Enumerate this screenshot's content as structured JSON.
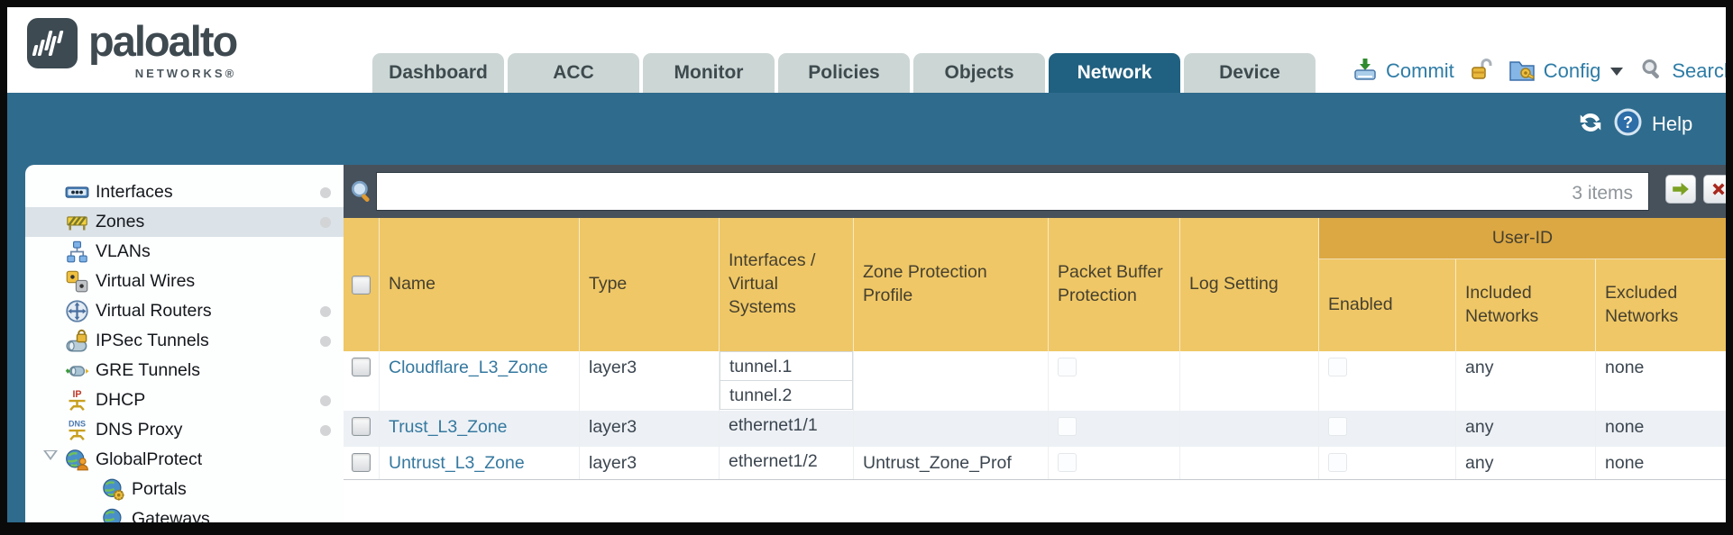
{
  "colors": {
    "teal_band": "#2f6b8c",
    "active_tab": "#206080",
    "inactive_tab": "#ccd6d5",
    "toolbar_slate": "#47515b",
    "header_orange": "#efc766",
    "user_id_orange": "#dca843",
    "link_blue": "#35789f",
    "utility_blue": "#2e7ca6",
    "alt_row": "#edf1f5"
  },
  "header": {
    "logo": {
      "brand": "paloalto",
      "sub": "NETWORKS®",
      "mark_icon": "paloalto-logo-icon"
    },
    "tabs": [
      {
        "label": "Dashboard",
        "active": false
      },
      {
        "label": "ACC",
        "active": false
      },
      {
        "label": "Monitor",
        "active": false
      },
      {
        "label": "Policies",
        "active": false
      },
      {
        "label": "Objects",
        "active": false
      },
      {
        "label": "Network",
        "active": true
      },
      {
        "label": "Device",
        "active": false
      }
    ],
    "utilities": {
      "commit_label": "Commit",
      "config_label": "Config",
      "search_label": "Search",
      "icons": [
        "commit-icon",
        "lock-icon",
        "config-icon",
        "search-icon"
      ]
    }
  },
  "subheader": {
    "help_label": "Help",
    "icons": [
      "refresh-icon",
      "help-icon"
    ]
  },
  "sidebar": {
    "items": [
      {
        "label": "Interfaces",
        "icon": "interfaces-icon",
        "dot": true,
        "selected": false,
        "indent": 0,
        "expandable": false
      },
      {
        "label": "Zones",
        "icon": "zones-icon",
        "dot": true,
        "selected": true,
        "indent": 0,
        "expandable": false
      },
      {
        "label": "VLANs",
        "icon": "vlans-icon",
        "dot": false,
        "selected": false,
        "indent": 0,
        "expandable": false
      },
      {
        "label": "Virtual Wires",
        "icon": "virtual-wires-icon",
        "dot": false,
        "selected": false,
        "indent": 0,
        "expandable": false
      },
      {
        "label": "Virtual Routers",
        "icon": "virtual-routers-icon",
        "dot": true,
        "selected": false,
        "indent": 0,
        "expandable": false
      },
      {
        "label": "IPSec Tunnels",
        "icon": "ipsec-tunnels-icon",
        "dot": true,
        "selected": false,
        "indent": 0,
        "expandable": false
      },
      {
        "label": "GRE Tunnels",
        "icon": "gre-tunnels-icon",
        "dot": false,
        "selected": false,
        "indent": 0,
        "expandable": false
      },
      {
        "label": "DHCP",
        "icon": "dhcp-icon",
        "dot": true,
        "selected": false,
        "indent": 0,
        "expandable": false
      },
      {
        "label": "DNS Proxy",
        "icon": "dns-proxy-icon",
        "dot": true,
        "selected": false,
        "indent": 0,
        "expandable": false
      },
      {
        "label": "GlobalProtect",
        "icon": "globalprotect-icon",
        "dot": false,
        "selected": false,
        "indent": 0,
        "expandable": true
      },
      {
        "label": "Portals",
        "icon": "portals-icon",
        "dot": false,
        "selected": false,
        "indent": 1,
        "expandable": false
      },
      {
        "label": "Gateways",
        "icon": "gateways-icon",
        "dot": false,
        "selected": false,
        "indent": 1,
        "expandable": false
      }
    ]
  },
  "toolbar": {
    "items_count": "3 items",
    "filter_icons": [
      "filter-search-icon",
      "apply-filter-icon",
      "clear-filter-icon"
    ]
  },
  "table": {
    "group_header": "User-ID",
    "columns": [
      "Name",
      "Type",
      "Interfaces / Virtual Systems",
      "Zone Protection Profile",
      "Packet Buffer Protection",
      "Log Setting",
      "Enabled",
      "Included Networks",
      "Excluded Networks"
    ],
    "rows": [
      {
        "name": "Cloudflare_L3_Zone",
        "type": "layer3",
        "interfaces": [
          "tunnel.1",
          "tunnel.2"
        ],
        "zone_protection_profile": "",
        "packet_buffer_protection": false,
        "log_setting": "",
        "enabled": false,
        "included_networks": "any",
        "excluded_networks": "none"
      },
      {
        "name": "Trust_L3_Zone",
        "type": "layer3",
        "interfaces": [
          "ethernet1/1"
        ],
        "zone_protection_profile": "",
        "packet_buffer_protection": false,
        "log_setting": "",
        "enabled": false,
        "included_networks": "any",
        "excluded_networks": "none"
      },
      {
        "name": "Untrust_L3_Zone",
        "type": "layer3",
        "interfaces": [
          "ethernet1/2"
        ],
        "zone_protection_profile": "Untrust_Zone_Prof",
        "packet_buffer_protection": false,
        "log_setting": "",
        "enabled": false,
        "included_networks": "any",
        "excluded_networks": "none"
      }
    ]
  }
}
